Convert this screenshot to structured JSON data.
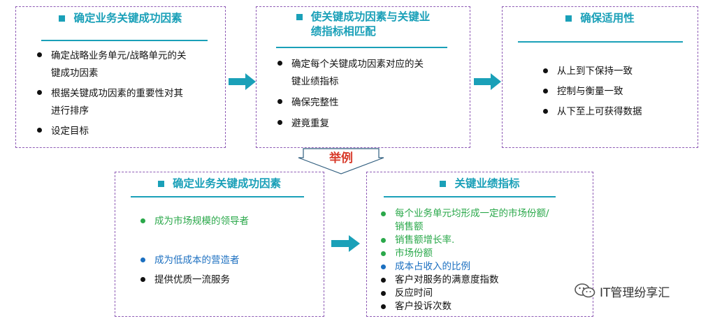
{
  "top_boxes": [
    {
      "title": "确定业务关键成功因素",
      "items": [
        {
          "text": "确定战略业务单元/战略单元的关\n键成功因素"
        },
        {
          "text": "根据关键成功因素的重要性对其\n进行排序"
        },
        {
          "text": "设定目标"
        }
      ]
    },
    {
      "title": "使关键成功因素与关键业\n绩指标相匹配",
      "items": [
        {
          "text": "确定每个关键成功因素对应的关\n键业绩指标"
        },
        {
          "text": "确保完整性"
        },
        {
          "text": "避竟重复"
        }
      ]
    },
    {
      "title": "确保适用性",
      "items": [
        {
          "text": "从上到下保持一致"
        },
        {
          "text": "控制与衡量一致"
        },
        {
          "text": "从下至上可获得数据"
        }
      ]
    }
  ],
  "example_label": "举例",
  "bottom_boxes": [
    {
      "title": "确定业务关键成功因素",
      "items": [
        {
          "text": "成为市场规模的领导者",
          "color": "#2aa84a"
        },
        {
          "text": "成为低成本的营造者",
          "color": "#1b6fc0"
        },
        {
          "text": "提供优质一流服务",
          "color": "#111111"
        }
      ]
    },
    {
      "title": "关键业绩指标",
      "items": [
        {
          "text": "每个业务单元均形成一定的市场份额/\n销售额",
          "color": "#2aa84a"
        },
        {
          "text": "销售额增长率.",
          "color": "#2aa84a"
        },
        {
          "text": "市场份额",
          "color": "#2aa84a"
        },
        {
          "text": "成本占收入的比例",
          "color": "#1b6fc0"
        },
        {
          "text": "客户对服务的满意度指数",
          "color": "#111111"
        },
        {
          "text": "反应时间",
          "color": "#111111"
        },
        {
          "text": "客户投诉次数",
          "color": "#111111"
        }
      ]
    }
  ],
  "watermark": "IT管理纷享汇",
  "colors": {
    "accent": "#1aa0b8",
    "border": "#8e5bb5",
    "example_label": "#d83a2a",
    "green": "#2aa84a",
    "blue": "#1b6fc0"
  }
}
